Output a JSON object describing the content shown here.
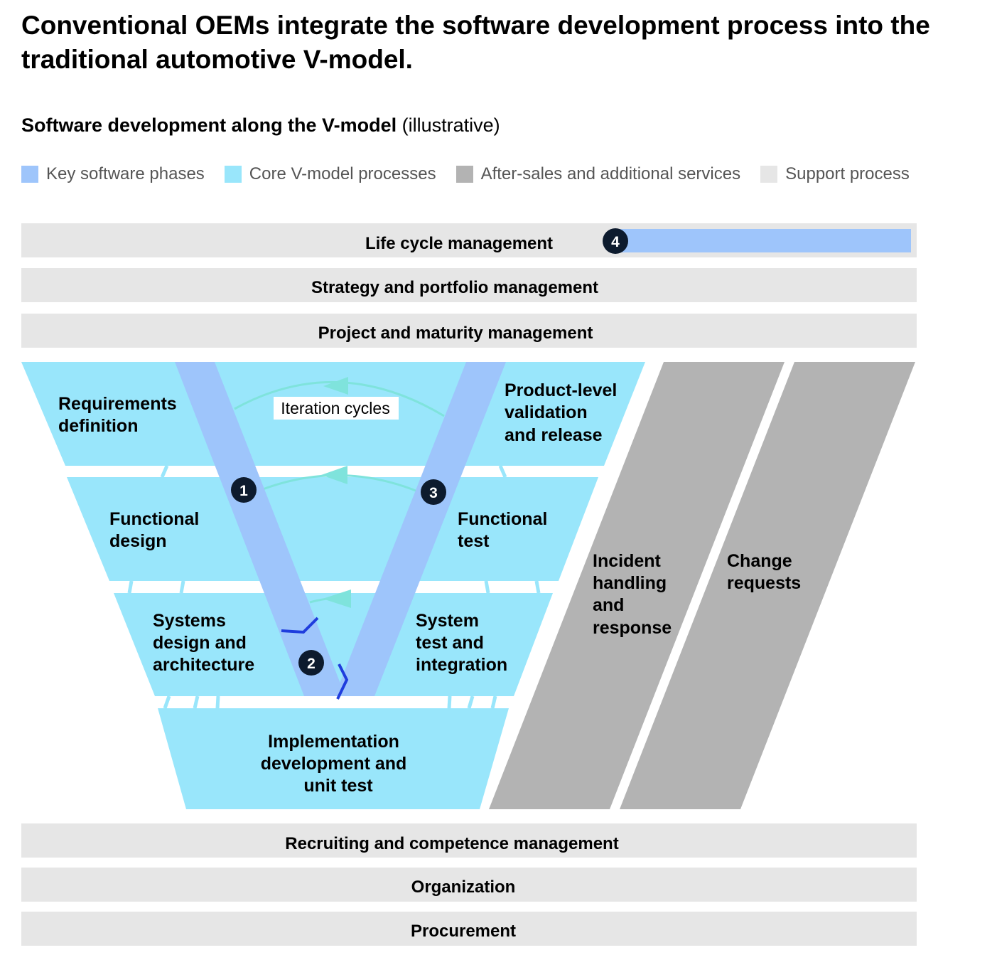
{
  "title": "Conventional OEMs integrate the software development process into the traditional automotive V-model.",
  "subtitle": {
    "bold": "Software development along the V-model",
    "rest": " (illustrative)"
  },
  "legend": [
    {
      "label": "Key software phases",
      "color": "#9ec5fb"
    },
    {
      "label": "Core V-model processes",
      "color": "#99e6fb"
    },
    {
      "label": "After-sales and additional services",
      "color": "#b3b3b3"
    },
    {
      "label": "Support process",
      "color": "#e6e6e6"
    }
  ],
  "colors": {
    "key": "#9ec5fb",
    "core": "#99e6fb",
    "aftersales": "#b3b3b3",
    "support": "#e6e6e6",
    "iteration": "#7fe3dc",
    "marker": "#0d1b2e",
    "accent": "#1f3ddd"
  },
  "support_top": {
    "life_cycle": "Life cycle management",
    "strategy": "Strategy and portfolio management",
    "project": "Project and maturity management"
  },
  "support_bottom": {
    "recruiting": "Recruiting and competence management",
    "organization": "Organization",
    "procurement": "Procurement"
  },
  "phases": {
    "requirements": [
      "Requirements",
      "definition"
    ],
    "functional_design": [
      "Functional",
      "design"
    ],
    "systems_design": [
      "Systems",
      "design and",
      "architecture"
    ],
    "implementation": [
      "Implementation",
      "development and",
      "unit test"
    ],
    "system_test": [
      "System",
      "test and",
      "integration"
    ],
    "functional_test": [
      "Functional",
      "test"
    ],
    "product_validation": [
      "Product-level",
      "validation",
      "and release"
    ]
  },
  "services": {
    "incident": [
      "Incident",
      "handling",
      "and",
      "response"
    ],
    "change": [
      "Change",
      "requests"
    ]
  },
  "iteration_label": "Iteration cycles",
  "markers": [
    "1",
    "2",
    "3",
    "4"
  ]
}
